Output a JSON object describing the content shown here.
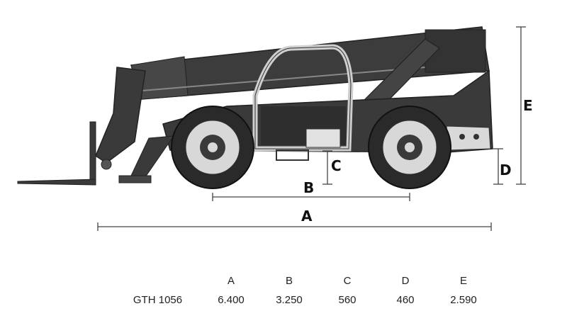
{
  "dimension_labels": {
    "a": "A",
    "b": "B",
    "c": "C",
    "d": "D",
    "e": "E"
  },
  "table": {
    "headers": [
      "",
      "A",
      "B",
      "C",
      "D",
      "E"
    ],
    "rows": [
      {
        "model": "GTH 1056",
        "values": [
          "6.400",
          "3.250",
          "560",
          "460",
          "2.590"
        ]
      }
    ]
  },
  "colors": {
    "machine_body": "#3a3a3a",
    "tire": "#2a2a2a",
    "rim": "#d8d8d8",
    "lines": "#444444"
  }
}
